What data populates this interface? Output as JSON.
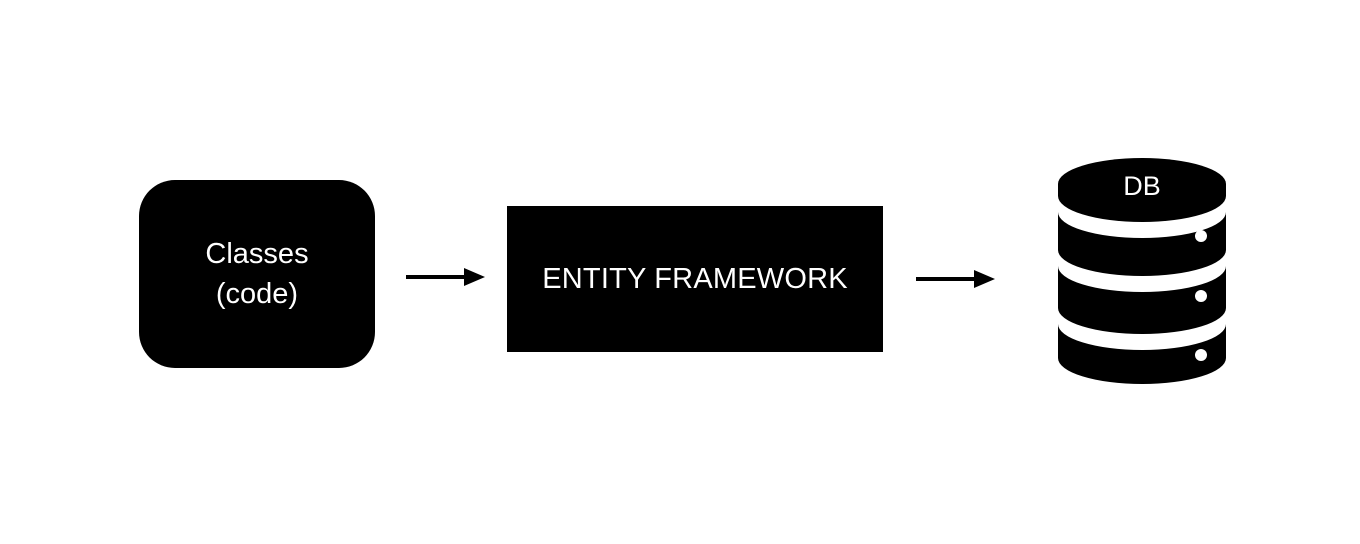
{
  "diagram": {
    "nodes": {
      "classes": {
        "line1": "Classes",
        "line2": "(code)"
      },
      "orm": {
        "label": "ENTITY FRAMEWORK"
      },
      "database": {
        "label": "DB"
      }
    },
    "edges": [
      {
        "from": "classes",
        "to": "orm"
      },
      {
        "from": "orm",
        "to": "database"
      }
    ],
    "colors": {
      "node_fill": "#000000",
      "node_text": "#ffffff",
      "arrow": "#000000",
      "background": "#ffffff"
    }
  }
}
